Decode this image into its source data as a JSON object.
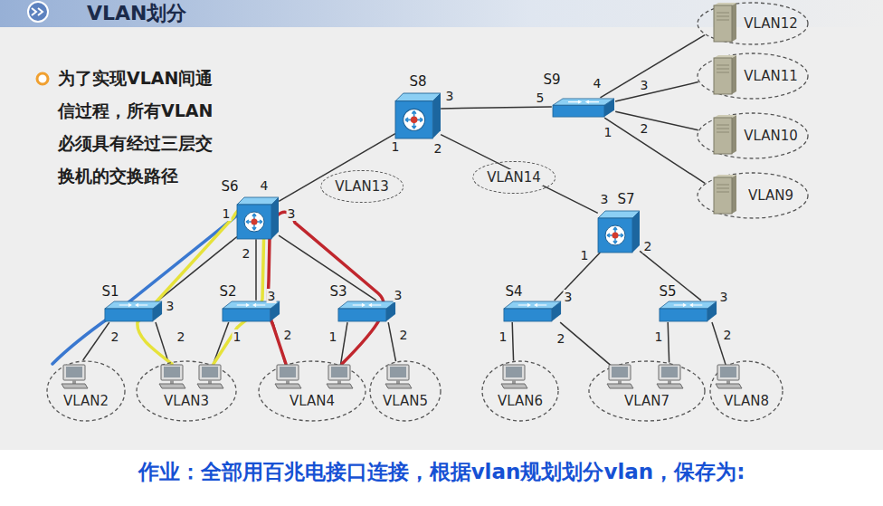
{
  "diagram": {
    "title": "VLAN划分",
    "caption": "作业：全部用百兆电接口连接，根据vlan规划划分vlan，保存为:",
    "nodes": [
      {
        "text": [
          "VLAN12"
        ]
      },
      {
        "text": [
          "S8"
        ]
      },
      {
        "text": [
          "S9"
        ]
      },
      {
        "text": [
          "VLAN11"
        ]
      },
      {
        "text": [
          "VLAN10"
        ]
      },
      {
        "text": [
          "S6"
        ]
      },
      {
        "text": [
          "S7"
        ]
      },
      {
        "text": [
          "VLAN9"
        ]
      },
      {
        "text": [
          "S1"
        ]
      },
      {
        "text": [
          "S2"
        ]
      },
      {
        "text": [
          "S3"
        ]
      },
      {
        "text": [
          "S4"
        ]
      },
      {
        "text": [
          "S5"
        ]
      },
      {
        "text": [
          "VLAN2"
        ]
      },
      {
        "text": [
          "VLAN3"
        ]
      },
      {
        "text": [
          "VLAN4"
        ]
      },
      {
        "text": [
          "VLAN5"
        ]
      },
      {
        "text": [
          "VLAN6"
        ]
      },
      {
        "text": [
          "VLAN7"
        ]
      },
      {
        "text": [
          "VLAN8"
        ]
      }
    ],
    "edges": [
      {
        "from": 1,
        "to": 5,
        "arrow": "none",
        "label": "VLAN13"
      },
      {
        "from": 1,
        "to": 2,
        "arrow": "none"
      },
      {
        "from": 1,
        "to": 6,
        "arrow": "none",
        "label": "VLAN14"
      },
      {
        "from": 2,
        "to": 0,
        "arrow": "none"
      },
      {
        "from": 2,
        "to": 3,
        "arrow": "none"
      },
      {
        "from": 2,
        "to": 4,
        "arrow": "none"
      },
      {
        "from": 2,
        "to": 7,
        "arrow": "none"
      },
      {
        "from": 5,
        "to": 8,
        "arrow": "none"
      },
      {
        "from": 5,
        "to": 9,
        "arrow": "none"
      },
      {
        "from": 5,
        "to": 10,
        "arrow": "none"
      },
      {
        "from": 6,
        "to": 11,
        "arrow": "none"
      },
      {
        "from": 6,
        "to": 12,
        "arrow": "none"
      },
      {
        "from": 8,
        "to": 13,
        "arrow": "none"
      },
      {
        "from": 8,
        "to": 14,
        "arrow": "none"
      },
      {
        "from": 9,
        "to": 14,
        "arrow": "none"
      },
      {
        "from": 9,
        "to": 15,
        "arrow": "none"
      },
      {
        "from": 10,
        "to": 15,
        "arrow": "none"
      },
      {
        "from": 10,
        "to": 16,
        "arrow": "none"
      },
      {
        "from": 11,
        "to": 17,
        "arrow": "none"
      },
      {
        "from": 11,
        "to": 18,
        "arrow": "none"
      },
      {
        "from": 12,
        "to": 18,
        "arrow": "none"
      },
      {
        "from": 12,
        "to": 19,
        "arrow": "none"
      }
    ],
    "labels": [
      "为了实现VLAN间通 信过程，所有VLAN 必须具有经过三层交 换机的交换路径",
      "4",
      "3",
      "3",
      "5",
      "2",
      "1",
      "1",
      "2",
      "4",
      "3",
      "1",
      "3",
      "2",
      "1",
      "2",
      "3",
      "3",
      "3",
      "3",
      "3",
      "2",
      "2",
      "1",
      "2",
      "1",
      "2",
      "1",
      "2",
      "1",
      "2"
    ]
  }
}
